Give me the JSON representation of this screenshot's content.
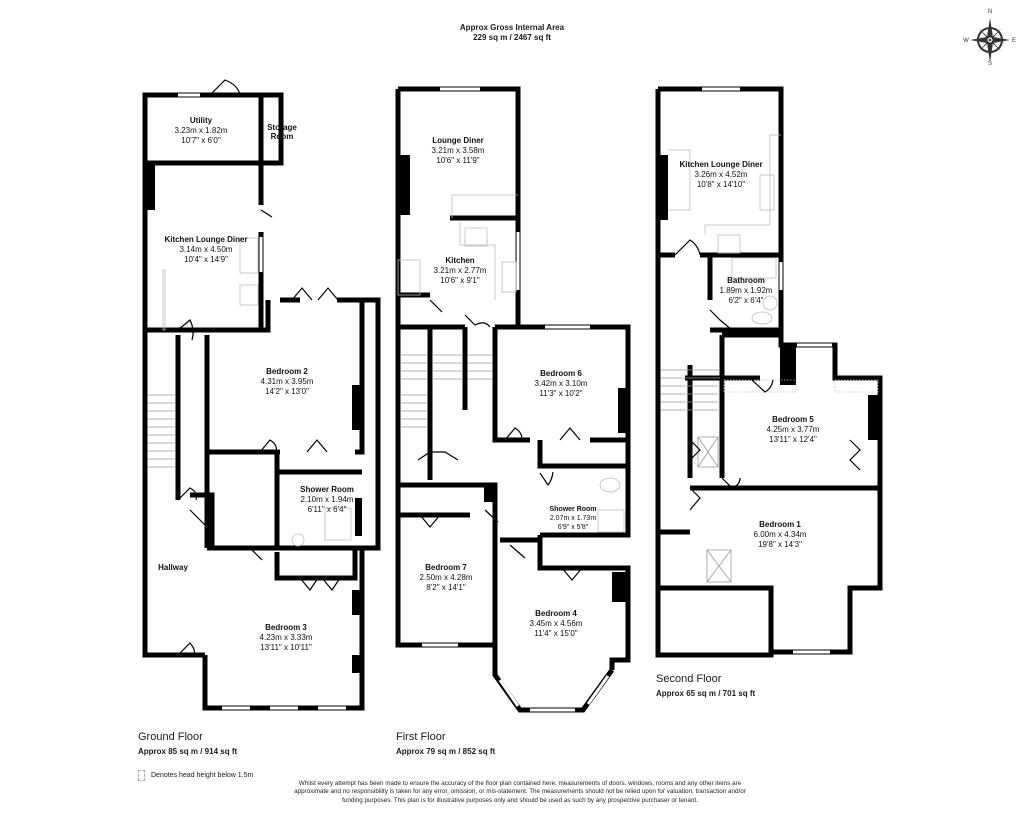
{
  "header": {
    "gia_title": "Approx Gross Internal Area",
    "gia_value": "229 sq m / 2467 sq ft"
  },
  "compass": {
    "n": "N",
    "e": "E",
    "s": "S",
    "w": "W"
  },
  "floors": [
    {
      "name": "Ground Floor",
      "area": "Approx 85 sq m / 914 sq ft",
      "rooms": [
        {
          "name": "Utility",
          "metric": "3.23m x 1.82m",
          "imperial": "10'7\" x 6'0\""
        },
        {
          "name": "Storage",
          "name2": "Room"
        },
        {
          "name": "Kitchen Lounge Diner",
          "metric": "3.14m x 4.50m",
          "imperial": "10'4\" x 14'9\""
        },
        {
          "name": "Bedroom 2",
          "metric": "4.31m x 3.95m",
          "imperial": "14'2\" x 13'0\""
        },
        {
          "name": "Shower Room",
          "metric": "2.10m x 1.94m",
          "imperial": "6'11\" x 6'4\""
        },
        {
          "name": "Hallway"
        },
        {
          "name": "Bedroom 3",
          "metric": "4.23m x 3.33m",
          "imperial": "13'11\" x 10'11\""
        }
      ]
    },
    {
      "name": "First Floor",
      "area": "Approx 79 sq m / 852 sq ft",
      "rooms": [
        {
          "name": "Lounge Diner",
          "metric": "3.21m x 3.58m",
          "imperial": "10'6\" x 11'9\""
        },
        {
          "name": "Kitchen",
          "metric": "3.21m x 2.77m",
          "imperial": "10'6\" x 9'1\""
        },
        {
          "name": "Bedroom 6",
          "metric": "3.42m x 3.10m",
          "imperial": "11'3\" x 10'2\""
        },
        {
          "name": "Shower Room",
          "metric": "2.07m x 1.73m",
          "imperial": "6'9\" x 5'8\""
        },
        {
          "name": "Bedroom 7",
          "metric": "2.50m x 4.28m",
          "imperial": "8'2\" x 14'1\""
        },
        {
          "name": "Bedroom 4",
          "metric": "3.45m x 4.56m",
          "imperial": "11'4\" x 15'0\""
        }
      ]
    },
    {
      "name": "Second Floor",
      "area": "Approx 65 sq m / 701 sq ft",
      "rooms": [
        {
          "name": "Kitchen Lounge Diner",
          "metric": "3.26m x 4.52m",
          "imperial": "10'8\" x 14'10\""
        },
        {
          "name": "Bathroom",
          "metric": "1.89m x 1.92m",
          "imperial": "6'2\" x 6'4\""
        },
        {
          "name": "Bedroom 5",
          "metric": "4.25m x 3.77m",
          "imperial": "13'11\" x 12'4\""
        },
        {
          "name": "Bedroom 1",
          "metric": "6.00m x 4.34m",
          "imperial": "19'8\" x 14'3\""
        }
      ]
    }
  ],
  "legend": {
    "text": "Denotes head height below 1.5m"
  },
  "disclaimer": "Whilst every attempt has been made to ensure the accuracy of the floor plan contained here, measurements of doors, windows, rooms and any other items are approximate and no responsibility is taken for any error, omission, or mis-statement. The measurements should not be relied upon for valuation, transaction and/or funding purposes. This plan is for illustrative purposes only and should be used as such by any prospective purchaser or tenant.",
  "colors": {
    "wall": "#000000",
    "fixture": "#b0b0b0",
    "background": "#ffffff"
  }
}
